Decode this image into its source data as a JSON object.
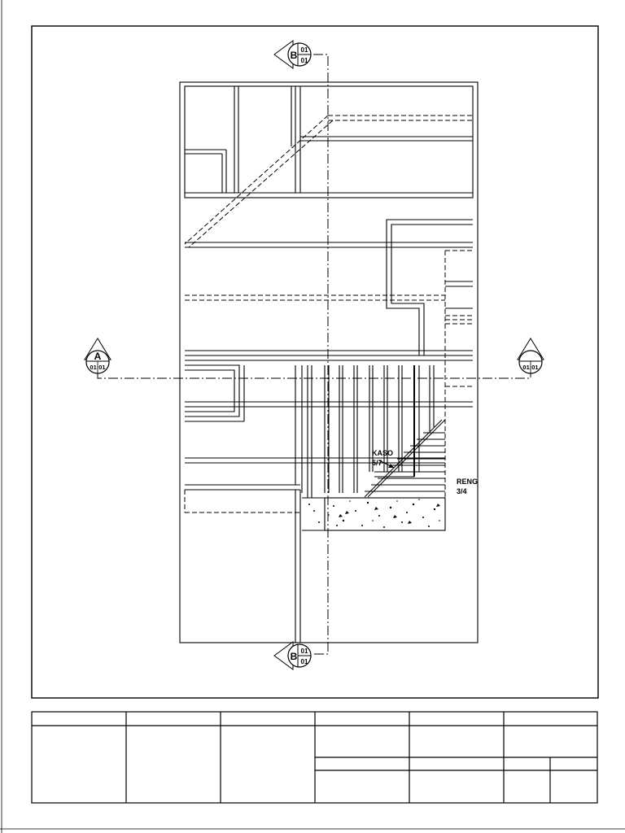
{
  "drawing": {
    "section_markers": {
      "top": {
        "letter": "B",
        "sheet_top": "01",
        "sheet_bottom": "01"
      },
      "bottom": {
        "letter": "B",
        "sheet_top": "01",
        "sheet_bottom": "01"
      },
      "left": {
        "letter": "A",
        "ref": "01:01"
      },
      "right": {
        "letter": "",
        "ref": "01:01"
      }
    },
    "annotations": {
      "kaso_line1": "KASO",
      "kaso_line2": "5/7",
      "reng_line1": "RENG",
      "reng_line2": "3/4"
    }
  },
  "title_block": {
    "cells": []
  }
}
